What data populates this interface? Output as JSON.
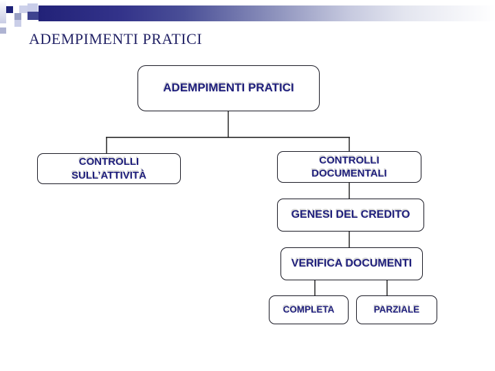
{
  "slide": {
    "title": "ADEMPIMENTI PRATICI",
    "background_color": "#ffffff",
    "title_color": "#232366",
    "node_text_color": "#1f1f7c",
    "bar_gradient_start": "#222278",
    "bar_gradient_end": "#ffffff"
  },
  "diagram": {
    "nodes": {
      "root": {
        "label": "ADEMPIMENTI PRATICI"
      },
      "controlli_attivita": {
        "label": "CONTROLLI\nSULL’ATTIVITÀ"
      },
      "controlli_documentali": {
        "label": "CONTROLLI\nDOCUMENTALI"
      },
      "genesi_credito": {
        "label": "GENESI DEL CREDITO"
      },
      "verifica_documenti": {
        "label": "VERIFICA DOCUMENTI"
      },
      "completa": {
        "label": "COMPLETA"
      },
      "parziale": {
        "label": "PARZIALE"
      }
    }
  }
}
